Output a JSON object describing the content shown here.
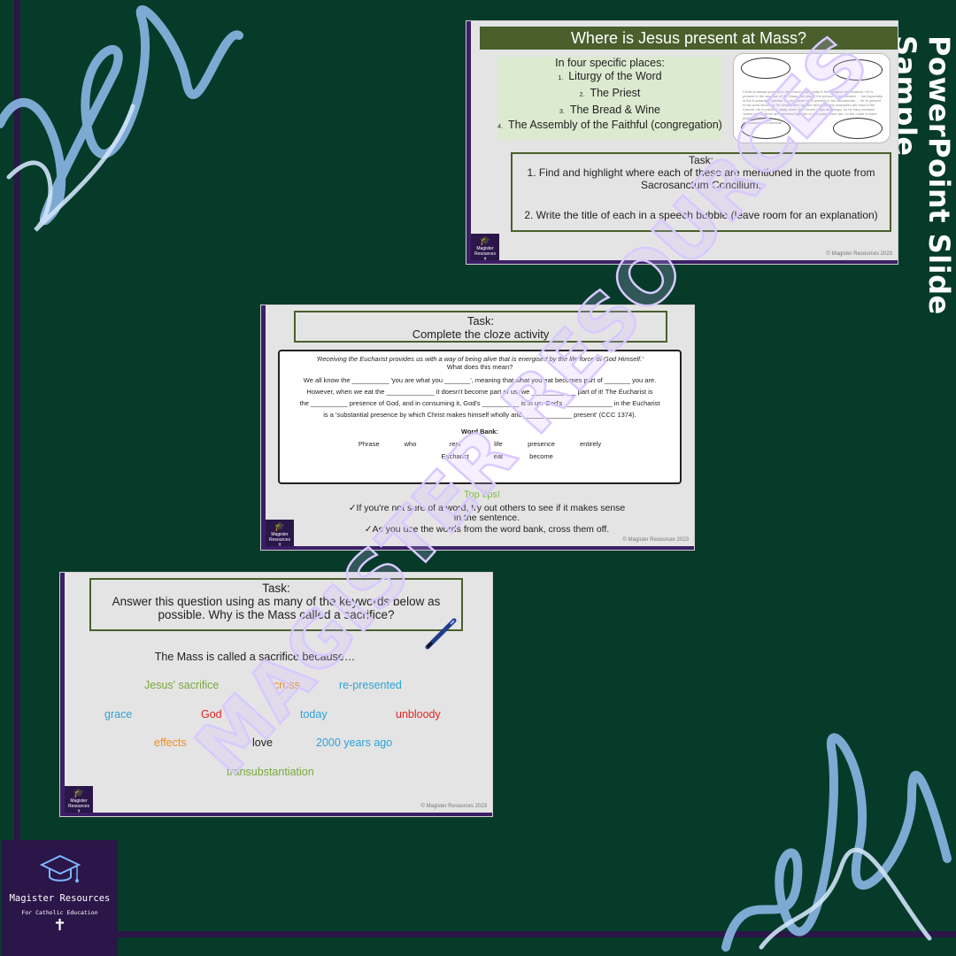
{
  "side_title": "PowerPoint Slide Sample",
  "watermark_text": "MAGISTER RESOURCES",
  "brand": {
    "name": "Magister Resources",
    "tagline": "For Catholic Education",
    "cross": "✝"
  },
  "slide_logo": {
    "line1": "Magister Resources",
    "line2": "For Catholic Education",
    "cross": "✝"
  },
  "copyright": "© Magister Resources 2023",
  "slide1": {
    "title": "Where is Jesus present at Mass?",
    "intro": "In four specific places:",
    "places": [
      {
        "num": "1.",
        "text": "Liturgy of the Word"
      },
      {
        "num": "2.",
        "text": "The Priest"
      },
      {
        "num": "3.",
        "text": "The Bread & Wine"
      },
      {
        "num": "4.",
        "text": "The Assembly of the Faithful (congregation)"
      }
    ],
    "bubble_quote": "Christ is always present in his Church, especially in her liturgical celebrations. He is present in the sacrifice of the Mass, not only in the person of his minister ... but especially in the Eucharistic species. By his power he is present in the sacraments ... He is present in his word since it is he himself who speaks when the holy scriptures are read in the Church. He is present, lastly, when the Church prays and sings, for he has promised 'where two or three are gathered together in my name, there am I in the midst of them' (Matt. 18:20).",
    "bubble_source": "Sacrosanctum Concilium",
    "task_title": "Task:",
    "task_steps": [
      "1.   Find and highlight where each of these are mentioned in the quote from Sacrosanctum Concilium.",
      "2.   Write the title of each in a speech bubble (leave room for an explanation)"
    ]
  },
  "slide2": {
    "task_title": "Task:",
    "task_text": "Complete the cloze activity",
    "quote": "'Receiving the Eucharist provides us with a way of being alive that is energised by the life force of God Himself.'",
    "quote_question": "What does this mean?",
    "cloze_lines": [
      "We all know the __________ 'you are what you _______', meaning that what you eat becomes part of _______ you are.",
      "However, when we eat the _____________ it doesn't become part of us, we ____________ part of it! The Eucharist is",
      "the __________ presence of God, and in consuming it, God's __________ is in us. God's _____________ in the Eucharist",
      "is a 'substantial presence by which Christ makes himself wholly and _____________ present' (CCC 1374)."
    ],
    "word_bank_title": "Word Bank:",
    "word_bank": [
      "Phrase",
      "who",
      "real",
      "life",
      "presence",
      "entirely",
      "Eucharist",
      "eat",
      "become"
    ],
    "tips_title": "Top tips!",
    "tips": [
      "✓If you're not sure of a word, try out others to see if it makes sense in the sentence.",
      "✓As you use the words from the word bank, cross them off."
    ]
  },
  "slide3": {
    "task_title": "Task:",
    "task_text": "Answer this question using as many of the keywords below as possible. Why is the Mass called a sacrifice?",
    "lead": "The Mass is called a sacrifice because…",
    "keywords": [
      {
        "text": "Jesus' sacrifice",
        "color": "#7aa83a"
      },
      {
        "text": "cross",
        "color": "#f08a24"
      },
      {
        "text": "re-presented",
        "color": "#2aa4d9"
      },
      {
        "text": "grace",
        "color": "#2aa4d9"
      },
      {
        "text": "God",
        "color": "#e02424"
      },
      {
        "text": "today",
        "color": "#2aa4d9"
      },
      {
        "text": "unbloody",
        "color": "#e02424"
      },
      {
        "text": "effects",
        "color": "#f08a24"
      },
      {
        "text": "love",
        "color": "#222222"
      },
      {
        "text": "2000 years ago",
        "color": "#2aa4d9"
      },
      {
        "text": "transubstantiation",
        "color": "#7aa83a"
      }
    ]
  }
}
